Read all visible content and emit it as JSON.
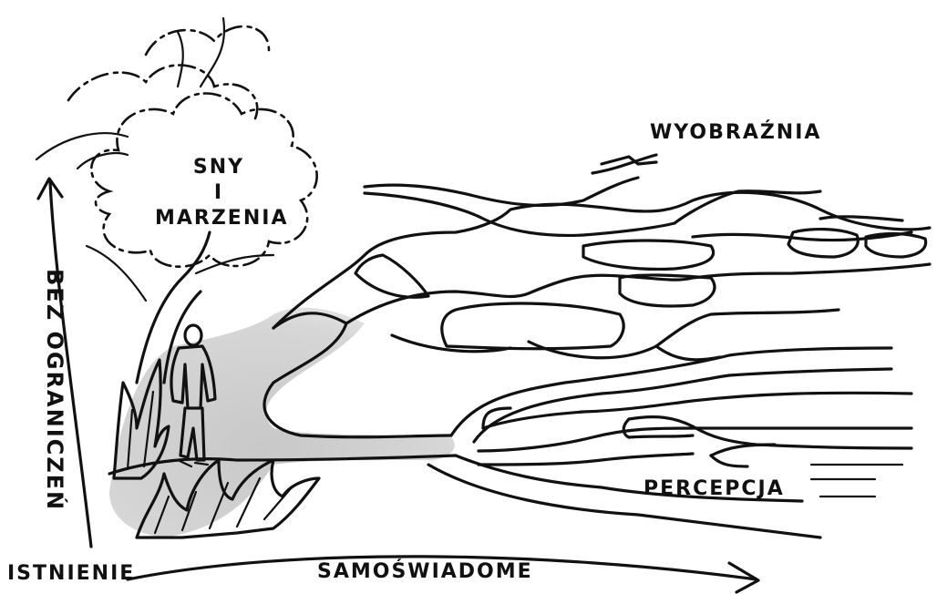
{
  "labels": {
    "dreams_line1": "SNY",
    "dreams_line2": "I MARZENIA",
    "imagination": "WYOBRAŹNIA",
    "perception": "PERCEPCJA",
    "unbounded": "BEZ OGRANICZEŃ",
    "existence": "ISTNIENIE",
    "self_aware": "SAMOŚWIADOME"
  },
  "colors": {
    "ink": "#111111",
    "path_shade": "#cfcfcf",
    "background": "#ffffff"
  }
}
